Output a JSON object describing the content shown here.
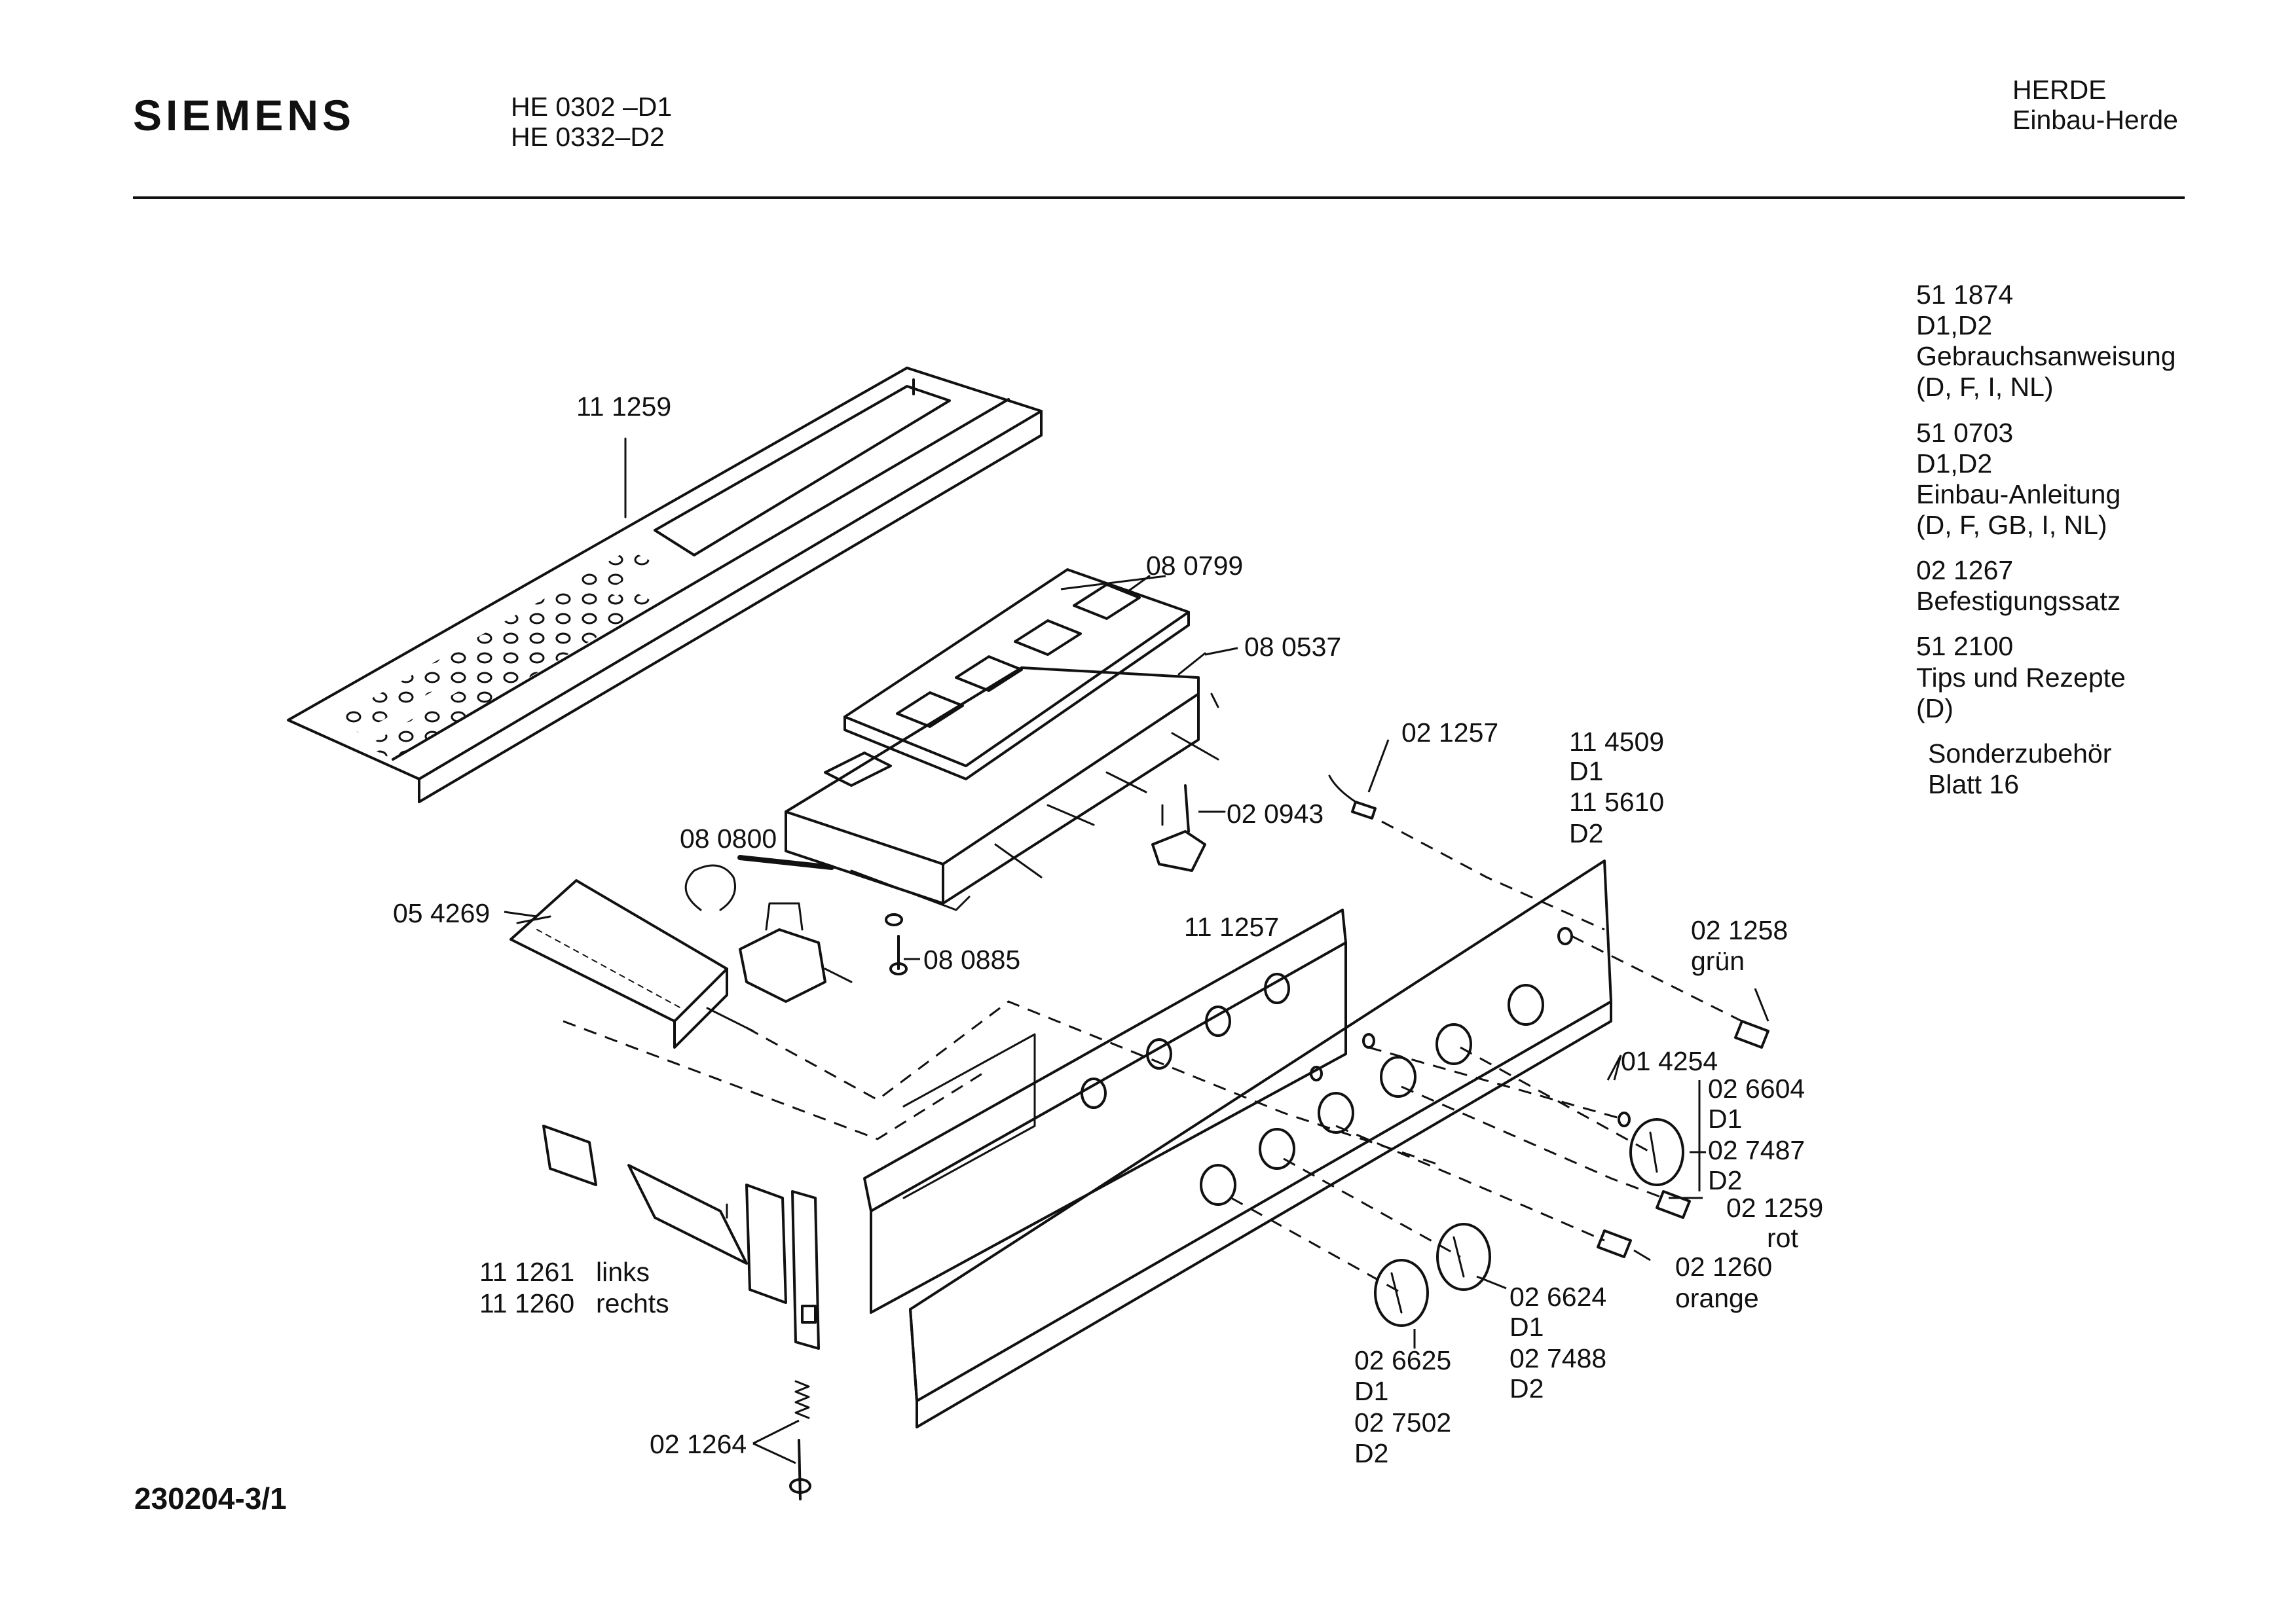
{
  "header": {
    "brand": "SIEMENS",
    "model_line1": "HE 0302   –D1",
    "model_line2": "HE 0332–D2",
    "category": "HERDE",
    "subcategory": "Einbau-Herde"
  },
  "footer": {
    "doc_id": "230204-3/1"
  },
  "accessories": [
    {
      "number": "51 1874",
      "variant": "D1,D2",
      "name": "Gebrauchsanweisung",
      "languages": "(D, F, I, NL)"
    },
    {
      "number": "51 0703",
      "variant": "D1,D2",
      "name": "Einbau-Anleitung",
      "languages": "(D, F, GB, I, NL)"
    },
    {
      "number": "02 1267",
      "name": "Befestigungssatz"
    },
    {
      "number": "51 2100",
      "name": "Tips und Rezepte",
      "languages": "(D)"
    },
    {
      "name": "Sonderzubehör",
      "ref": "Blatt 16"
    }
  ],
  "parts": {
    "p111259": "11 1259",
    "p080799": "08 0799",
    "p080537": "08 0537",
    "p021257": "02 1257",
    "p114509": "11 4509",
    "p114509_v": "D1",
    "p115610": "11 5610",
    "p115610_v": "D2",
    "p020943": "02 0943",
    "p080800": "08 0800",
    "p054269": "05 4269",
    "p080885": "08 0885",
    "p111257": "11 1257",
    "p021258": "02 1258",
    "p021258_c": "grün",
    "p014254": "01 4254",
    "p026604": "02 6604",
    "p026604_v": "D1",
    "p027487": "02 7487",
    "p027487_v": "D2",
    "p021259": "02 1259",
    "p021259_c": "rot",
    "p021260": "02 1260",
    "p021260_c": "orange",
    "p026624": "02 6624",
    "p026624_v": "D1",
    "p027488": "02 7488",
    "p027488_v": "D2",
    "p026625": "02 6625",
    "p026625_v": "D1",
    "p027502": "02 7502",
    "p027502_v": "D2",
    "p111261": "11 1261",
    "p111261_s": "links",
    "p111260": "11 1260",
    "p111260_s": "rechts",
    "p021264": "02 1264"
  }
}
